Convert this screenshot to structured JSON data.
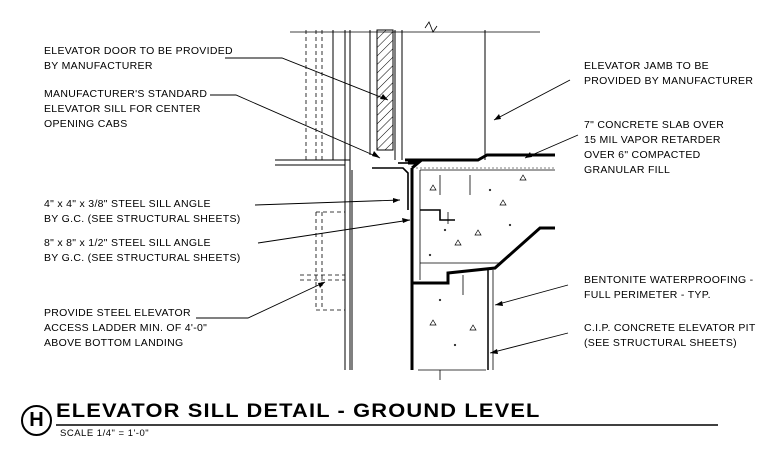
{
  "notes": {
    "elevator_door": "ELEVATOR DOOR TO BE PROVIDED\nBY MANUFACTURER",
    "sill": "MANUFACTURER'S STANDARD\nELEVATOR SILL FOR CENTER\nOPENING CABS",
    "angle_4": "4\" x 4\" x 3/8\" STEEL SILL ANGLE\nBY G.C. (SEE STRUCTURAL SHEETS)",
    "angle_8": "8\" x 8\" x 1/2\" STEEL SILL ANGLE\nBY G.C. (SEE STRUCTURAL SHEETS)",
    "ladder": "PROVIDE STEEL ELEVATOR\nACCESS LADDER MIN. OF 4'-0\"\nABOVE BOTTOM LANDING",
    "jamb": "ELEVATOR JAMB TO BE\nPROVIDED BY MANUFACTURER",
    "slab": "7\" CONCRETE SLAB OVER\n15 MIL VAPOR RETARDER\nOVER 6\" COMPACTED\nGRANULAR FILL",
    "waterproofing": "BENTONITE WATERPROOFING -\nFULL PERIMETER - TYP.",
    "pit": "C.I.P. CONCRETE ELEVATOR PIT\n(SEE STRUCTURAL SHEETS)"
  },
  "title_block": {
    "detail_id": "H",
    "title": "ELEVATOR SILL DETAIL  - GROUND LEVEL",
    "scale": "SCALE 1/4\" = 1'-0\""
  }
}
